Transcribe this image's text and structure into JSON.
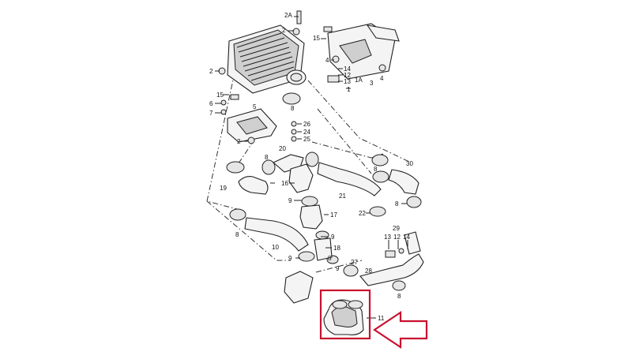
{
  "labels": [
    {
      "id": "l-2A",
      "text": "2A"
    },
    {
      "id": "l-2-top",
      "text": "2"
    },
    {
      "id": "l-15-top",
      "text": "15"
    },
    {
      "id": "l-2-left",
      "text": "2"
    },
    {
      "id": "l-4a",
      "text": "4"
    },
    {
      "id": "l-14",
      "text": "14"
    },
    {
      "id": "l-12",
      "text": "12"
    },
    {
      "id": "l-13",
      "text": "13"
    },
    {
      "id": "l-1A",
      "text": "1A"
    },
    {
      "id": "l-1",
      "text": "1"
    },
    {
      "id": "l-4b",
      "text": "4"
    },
    {
      "id": "l-3",
      "text": "3"
    },
    {
      "id": "l-15-left",
      "text": "15"
    },
    {
      "id": "l-6",
      "text": "6"
    },
    {
      "id": "l-7",
      "text": "7"
    },
    {
      "id": "l-5",
      "text": "5"
    },
    {
      "id": "l-8a",
      "text": "8"
    },
    {
      "id": "l-26",
      "text": "26"
    },
    {
      "id": "l-24",
      "text": "24"
    },
    {
      "id": "l-25",
      "text": "25"
    },
    {
      "id": "l-2-mid",
      "text": "2"
    },
    {
      "id": "l-20",
      "text": "20"
    },
    {
      "id": "l-8b",
      "text": "8"
    },
    {
      "id": "l-8c",
      "text": "8"
    },
    {
      "id": "l-30",
      "text": "30"
    },
    {
      "id": "l-16",
      "text": "16"
    },
    {
      "id": "l-19",
      "text": "19"
    },
    {
      "id": "l-21",
      "text": "21"
    },
    {
      "id": "l-9a",
      "text": "9"
    },
    {
      "id": "l-8d",
      "text": "8"
    },
    {
      "id": "l-17",
      "text": "17"
    },
    {
      "id": "l-22",
      "text": "22"
    },
    {
      "id": "l-8e",
      "text": "8"
    },
    {
      "id": "l-9b",
      "text": "9"
    },
    {
      "id": "l-29",
      "text": "29"
    },
    {
      "id": "l-13b",
      "text": "13"
    },
    {
      "id": "l-12b",
      "text": "12"
    },
    {
      "id": "l-14b",
      "text": "14"
    },
    {
      "id": "l-10",
      "text": "10"
    },
    {
      "id": "l-18",
      "text": "18"
    },
    {
      "id": "l-9c",
      "text": "9"
    },
    {
      "id": "l-8f",
      "text": "8"
    },
    {
      "id": "l-9d",
      "text": "9"
    },
    {
      "id": "l-27",
      "text": "27"
    },
    {
      "id": "l-28",
      "text": "28"
    },
    {
      "id": "l-8g",
      "text": "8"
    },
    {
      "id": "l-11",
      "text": "11"
    }
  ],
  "highlight": {
    "color": "#c8102e",
    "part": "11"
  }
}
